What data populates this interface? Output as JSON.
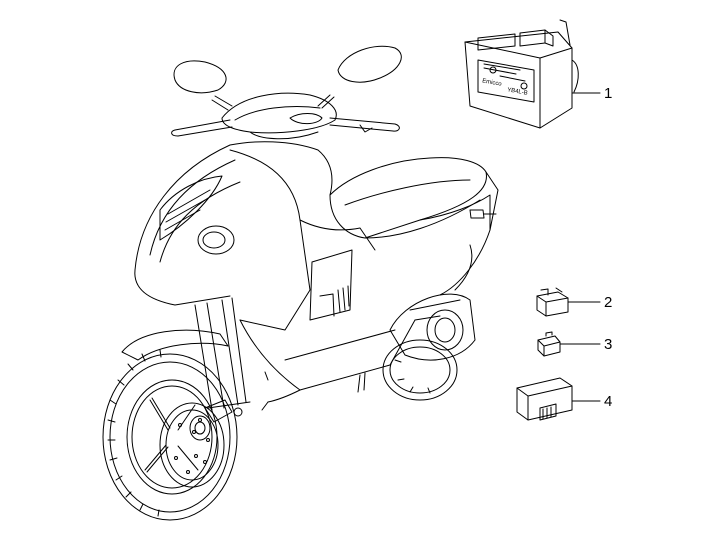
{
  "diagram": {
    "battery_label_line1": "Emicco",
    "battery_label_line2": "YB4L-B",
    "callouts": [
      {
        "number": "1",
        "part": "battery"
      },
      {
        "number": "2",
        "part": "relay"
      },
      {
        "number": "3",
        "part": "fuse"
      },
      {
        "number": "4",
        "part": "control-unit"
      }
    ]
  }
}
